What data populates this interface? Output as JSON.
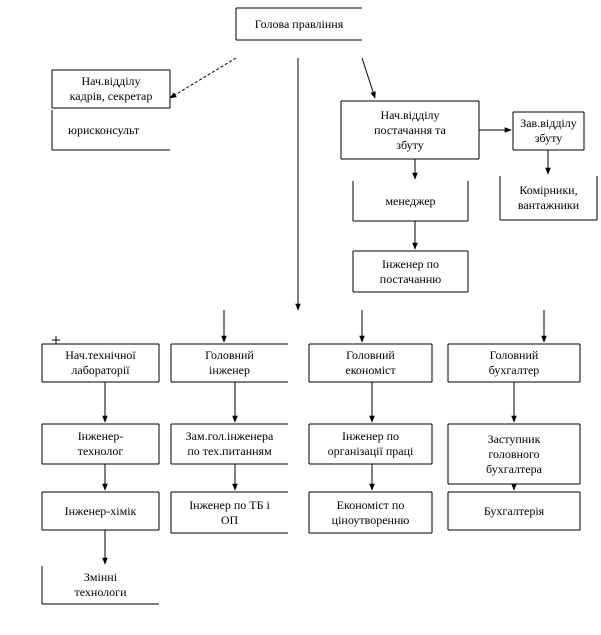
{
  "diagram": {
    "nodes": {
      "head": {
        "lines": [
          "Голова правління"
        ]
      },
      "hr": {
        "lines": [
          "Нач.відділу",
          "кадрів, секретар"
        ]
      },
      "lawyer": {
        "lines": [
          "юрисконсульт"
        ]
      },
      "supply_head": {
        "lines": [
          "Нач.відділу",
          "постачання та",
          "збуту"
        ]
      },
      "sales_head": {
        "lines": [
          "Зав.відділу",
          "збуту"
        ]
      },
      "manager": {
        "lines": [
          "менеджер"
        ]
      },
      "storekeepers": {
        "lines": [
          "Комірники,",
          "вантажники"
        ]
      },
      "supply_engineer": {
        "lines": [
          "Інженер по",
          "постачанню"
        ]
      },
      "lab_head": {
        "lines": [
          "Нач.технічної",
          "лабораторії"
        ]
      },
      "chief_engineer": {
        "lines": [
          "Головний",
          "інженер"
        ]
      },
      "chief_economist": {
        "lines": [
          "Головний",
          "економіст"
        ]
      },
      "chief_accountant": {
        "lines": [
          "Головний",
          "бухгалтер"
        ]
      },
      "tech_engineer": {
        "lines": [
          "Інженер-",
          "технолог"
        ]
      },
      "deputy_chief_engineer": {
        "lines": [
          "Зам.гол.інженера",
          "по тех.питанням"
        ]
      },
      "labor_engineer": {
        "lines": [
          "Інженер по",
          "організації праці"
        ]
      },
      "deputy_accountant": {
        "lines": [
          "Заступник",
          "головного",
          "бухгалтера"
        ]
      },
      "chemist": {
        "lines": [
          "Інженер-хімік"
        ]
      },
      "safety_engineer": {
        "lines": [
          "Інженер по ТБ і",
          "ОП"
        ]
      },
      "pricing_economist": {
        "lines": [
          "Економіст по",
          "ціноутворенню"
        ]
      },
      "accounting": {
        "lines": [
          "Бухгалтерія"
        ]
      },
      "shift_technologists": {
        "lines": [
          "Змінні",
          "технологи"
        ]
      }
    }
  }
}
